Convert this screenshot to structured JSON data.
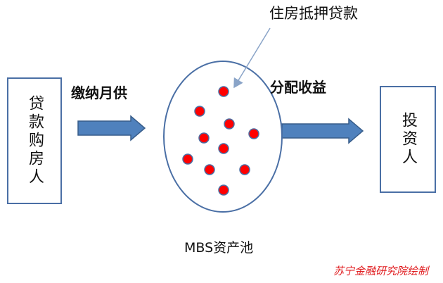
{
  "boxes": {
    "borrowers": "贷款购房人",
    "investors": "投资人"
  },
  "labels": {
    "pay_monthly": "缴纳月供",
    "distribute_income": "分配收益",
    "mortgage_loans": "住房抵押贷款",
    "mbs_pool": "MBS资产池",
    "credit": "苏宁金融研究院绘制"
  },
  "colors": {
    "box_border": "#4a6fa5",
    "arrow_fill": "#4f81bd",
    "arrow_stroke": "#385d8a",
    "pool_border": "#4a6fa5",
    "dot_fill": "#ff0000",
    "credit_text": "#e0191c"
  },
  "pool": {
    "loan_dot_count": 10
  }
}
